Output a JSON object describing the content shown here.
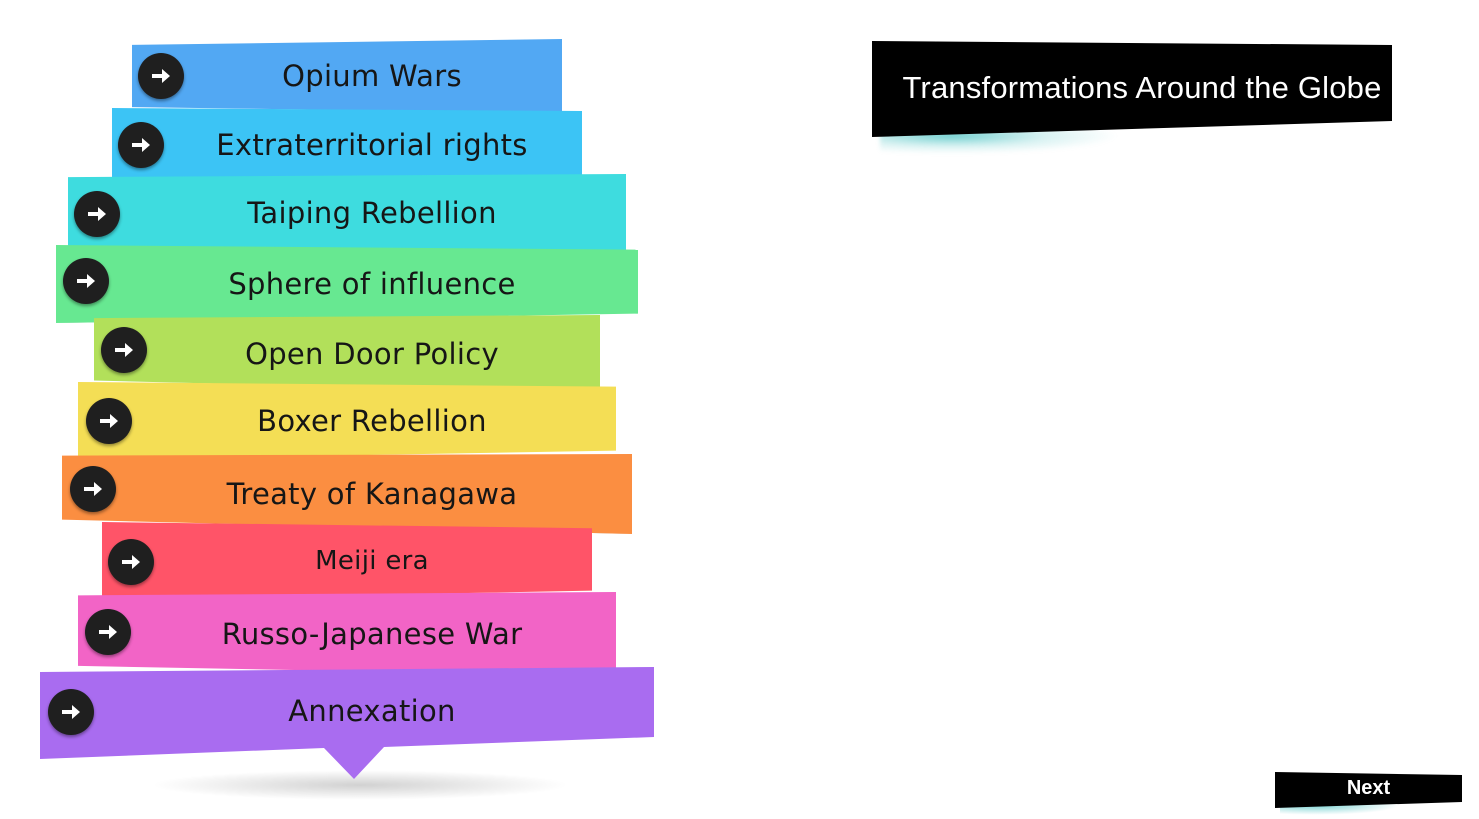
{
  "title": "Transformations Around the Globe",
  "items": [
    {
      "label": "Opium Wars",
      "color": "#52A8F3"
    },
    {
      "label": "Extraterritorial rights",
      "color": "#3CC4F5"
    },
    {
      "label": "Taiping Rebellion",
      "color": "#3EDCDF"
    },
    {
      "label": "Sphere of influence",
      "color": "#67E891"
    },
    {
      "label": "Open Door Policy",
      "color": "#B2E05A"
    },
    {
      "label": "Boxer Rebellion",
      "color": "#F4DE55"
    },
    {
      "label": "Treaty of Kanagawa",
      "color": "#FB8E41"
    },
    {
      "label": "Meiji era",
      "color": "#FF5468"
    },
    {
      "label": "Russo-Japanese War",
      "color": "#F264C6"
    },
    {
      "label": "Annexation",
      "color": "#A96CF0"
    }
  ],
  "arrow_icon": "arrow-right-circle-icon",
  "next_label": "Next",
  "colors": {
    "title_bg": "#000000",
    "title_text": "#ffffff",
    "accent_glow": "#00AAAA"
  }
}
